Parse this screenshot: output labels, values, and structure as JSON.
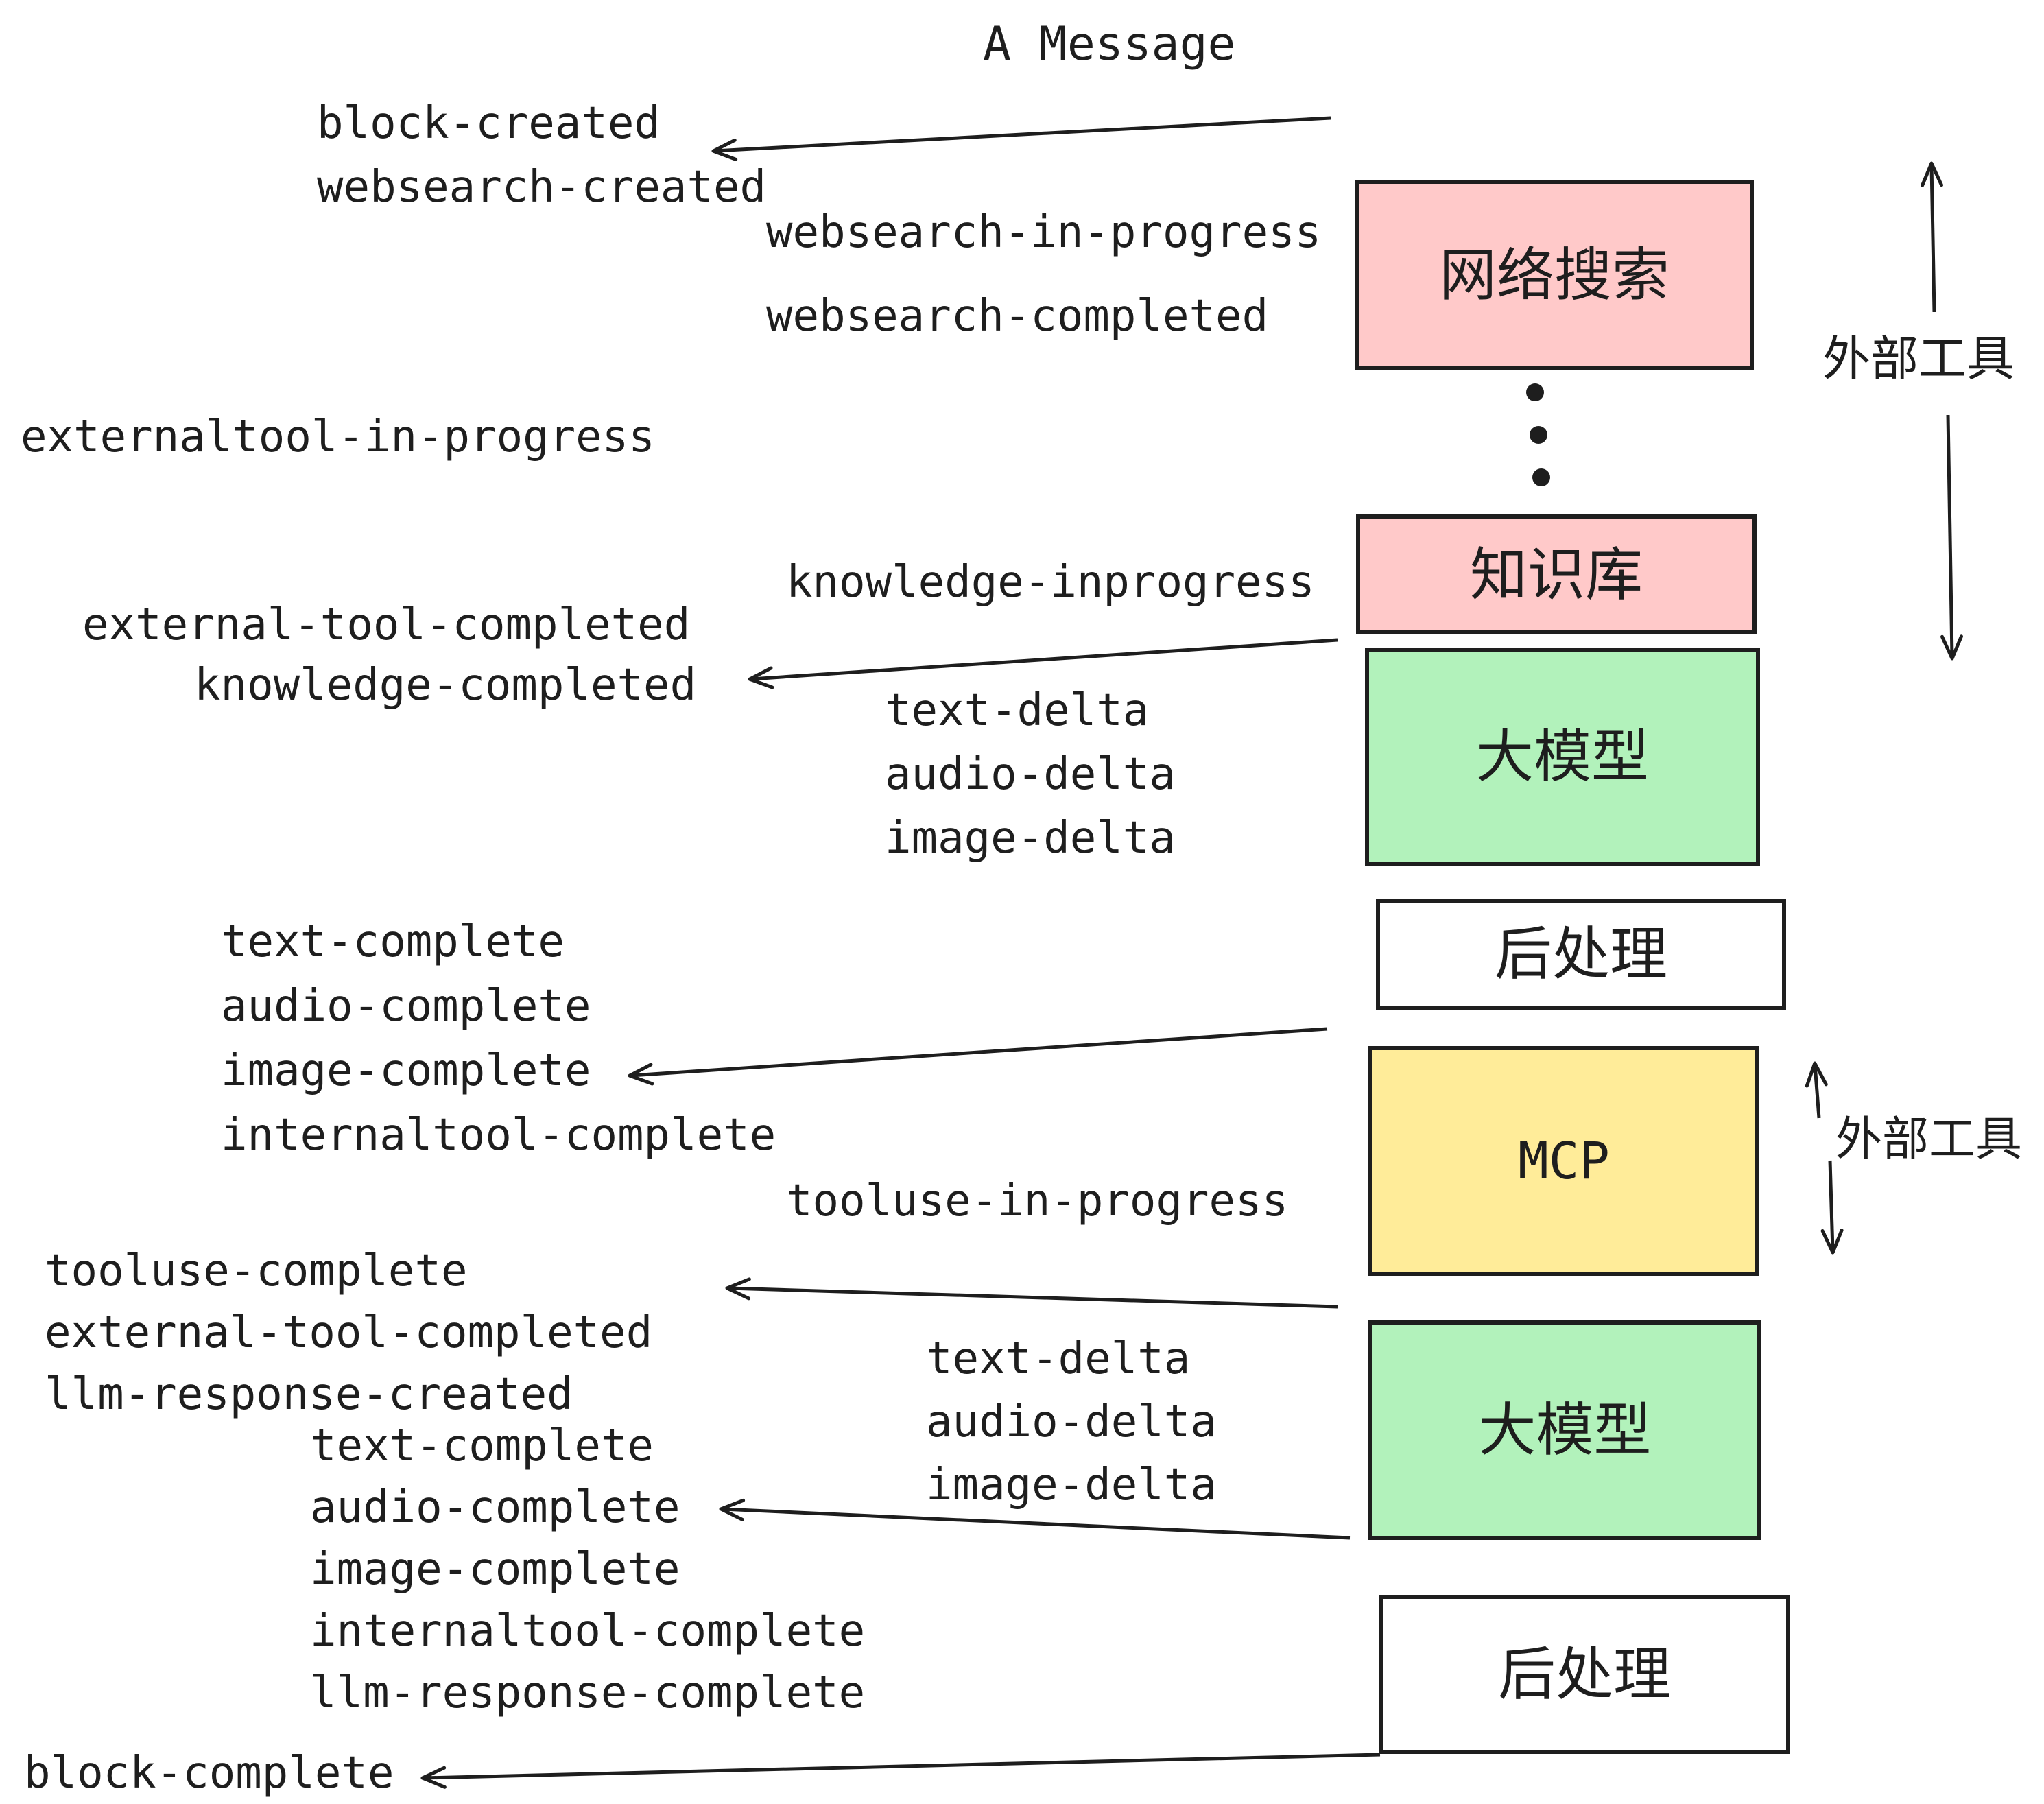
{
  "title": "A Message",
  "nodes": [
    {
      "id": "web-search",
      "label": "网络搜索",
      "fill": "#FFC9C9"
    },
    {
      "id": "knowledge-base",
      "label": "知识库",
      "fill": "#FFC9C9"
    },
    {
      "id": "llm-1",
      "label": "大模型",
      "fill": "#B2F2BB"
    },
    {
      "id": "post-process-1",
      "label": "后处理",
      "fill": "#FFFFFF"
    },
    {
      "id": "mcp",
      "label": "MCP",
      "fill": "#FFEC99"
    },
    {
      "id": "llm-2",
      "label": "大模型",
      "fill": "#B2F2BB"
    },
    {
      "id": "post-process-2",
      "label": "后处理",
      "fill": "#FFFFFF"
    }
  ],
  "events": [
    {
      "text": "block-created"
    },
    {
      "text": "websearch-created"
    },
    {
      "text": "websearch-in-progress"
    },
    {
      "text": "websearch-completed"
    },
    {
      "text": "externaltool-in-progress"
    },
    {
      "text": "knowledge-inprogress"
    },
    {
      "text": "external-tool-completed"
    },
    {
      "text": "knowledge-completed"
    },
    {
      "text": "text-delta"
    },
    {
      "text": "audio-delta"
    },
    {
      "text": "image-delta"
    },
    {
      "text": "text-complete"
    },
    {
      "text": "audio-complete"
    },
    {
      "text": "image-complete"
    },
    {
      "text": "internaltool-complete"
    },
    {
      "text": "tooluse-in-progress"
    },
    {
      "text": "tooluse-complete"
    },
    {
      "text": "external-tool-completed"
    },
    {
      "text": "llm-response-created"
    },
    {
      "text": "text-delta"
    },
    {
      "text": "audio-delta"
    },
    {
      "text": "image-delta"
    },
    {
      "text": "text-complete"
    },
    {
      "text": "audio-complete"
    },
    {
      "text": "image-complete"
    },
    {
      "text": "internaltool-complete"
    },
    {
      "text": "llm-response-complete"
    },
    {
      "text": "block-complete"
    }
  ],
  "side_labels": [
    {
      "text": "外部工具"
    },
    {
      "text": "外部工具"
    }
  ],
  "icons": {
    "ellipsis": "vertical-ellipsis-dots"
  },
  "colors": {
    "stroke": "#1e1e1e",
    "background": "#ffffff",
    "pink": "#FFC9C9",
    "green": "#B2F2BB",
    "yellow": "#FFEC99",
    "white": "#FFFFFF"
  }
}
